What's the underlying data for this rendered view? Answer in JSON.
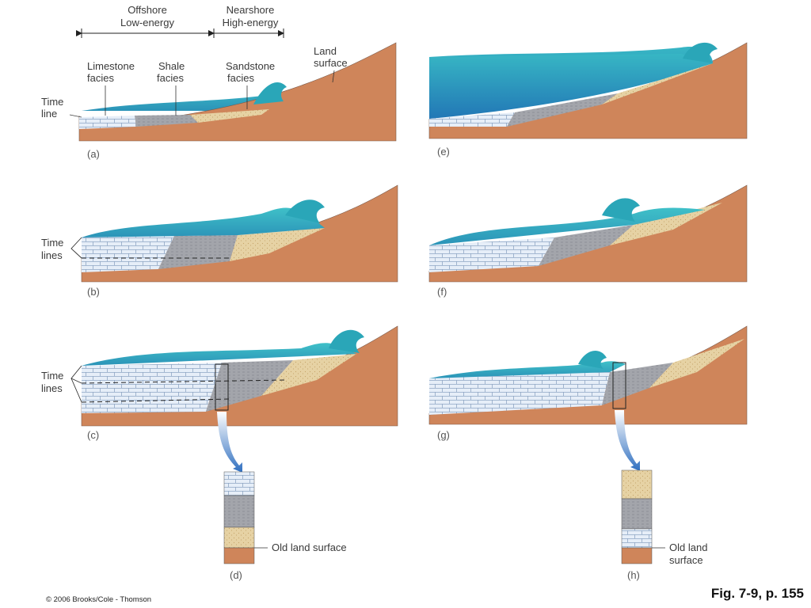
{
  "colors": {
    "land": "#cf855a",
    "land_edge": "#7a5a4a",
    "water_top": "#3db8c4",
    "water_deep": "#2a8fbf",
    "limestone": "#e6eef8",
    "shale": "#a3a5ab",
    "sandstone": "#e6d2a4",
    "arrow": "#2f6fc0"
  },
  "header": {
    "offshore": "Offshore",
    "low_energy": "Low-energy",
    "nearshore": "Nearshore",
    "high_energy": "High-energy"
  },
  "labels": {
    "limestone_line1": "Limestone",
    "limestone_line2": "facies",
    "shale_line1": "Shale",
    "shale_line2": "facies",
    "sandstone_line1": "Sandstone",
    "sandstone_line2": "facies",
    "land_line1": "Land",
    "land_line2": "surface",
    "time_line1": "Time",
    "time_line2": "line",
    "time_lines2": "lines",
    "old_land_surface": "Old land surface",
    "old_land_line1": "Old land",
    "old_land_line2": "surface"
  },
  "panels": {
    "a": "(a)",
    "b": "(b)",
    "c": "(c)",
    "d": "(d)",
    "e": "(e)",
    "f": "(f)",
    "g": "(g)",
    "h": "(h)"
  },
  "footer": {
    "credit": "© 2006 Brooks/Cole - Thomson",
    "figure_ref": "Fig. 7-9, p. 155"
  }
}
